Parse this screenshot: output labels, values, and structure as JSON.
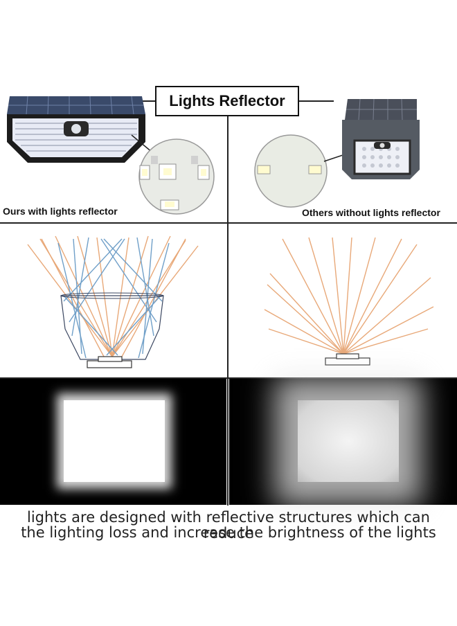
{
  "header": {
    "title": "Lights Reflector"
  },
  "left_panel": {
    "caption": "Ours with lights reflector"
  },
  "right_panel": {
    "caption": "Others without lights reflector"
  },
  "footer": {
    "line1": "lights are designed with reflective structures  which can reduce",
    "line2": "the lighting loss and increase the brightness of the lights"
  },
  "colors": {
    "ray_orange": "#e8a878",
    "ray_blue": "#6f9fc8",
    "divider": "#222222",
    "led": "#f4f6ff"
  }
}
